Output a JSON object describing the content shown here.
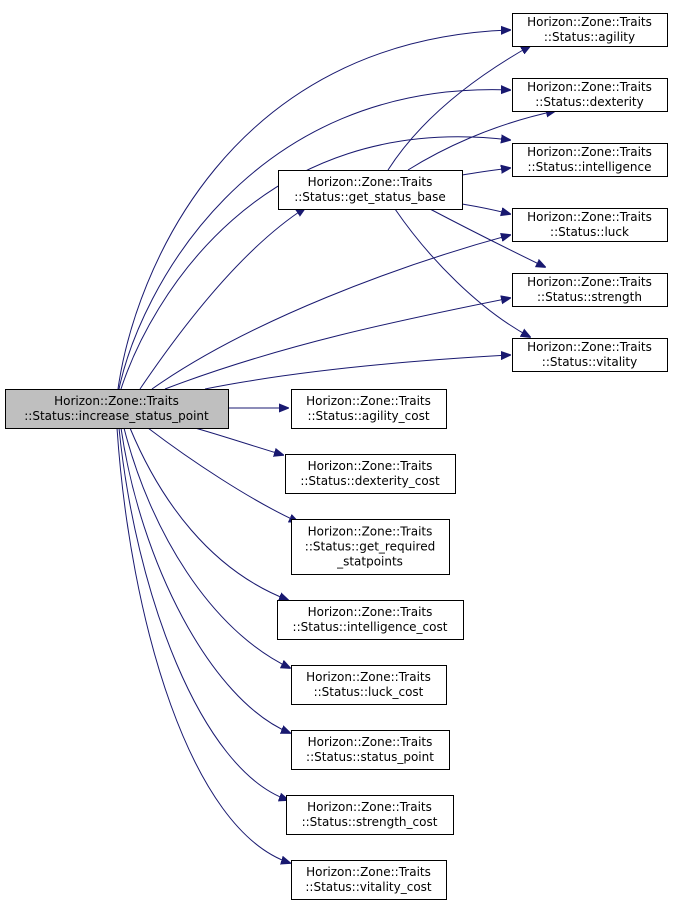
{
  "diagram": {
    "type": "call-graph",
    "colors": {
      "edge": "#191970",
      "root_fill": "#bfbfbf",
      "node_fill": "#ffffff",
      "border": "#000000"
    },
    "nodes": [
      {
        "id": "root",
        "lines": [
          "Horizon::Zone::Traits",
          "::Status::increase_status_point"
        ]
      },
      {
        "id": "get_base",
        "lines": [
          "Horizon::Zone::Traits",
          "::Status::get_status_base"
        ]
      },
      {
        "id": "agility",
        "lines": [
          "Horizon::Zone::Traits",
          "::Status::agility"
        ]
      },
      {
        "id": "dexterity",
        "lines": [
          "Horizon::Zone::Traits",
          "::Status::dexterity"
        ]
      },
      {
        "id": "intelligence",
        "lines": [
          "Horizon::Zone::Traits",
          "::Status::intelligence"
        ]
      },
      {
        "id": "luck",
        "lines": [
          "Horizon::Zone::Traits",
          "::Status::luck"
        ]
      },
      {
        "id": "strength",
        "lines": [
          "Horizon::Zone::Traits",
          "::Status::strength"
        ]
      },
      {
        "id": "vitality",
        "lines": [
          "Horizon::Zone::Traits",
          "::Status::vitality"
        ]
      },
      {
        "id": "agility_cost",
        "lines": [
          "Horizon::Zone::Traits",
          "::Status::agility_cost"
        ]
      },
      {
        "id": "dexterity_cost",
        "lines": [
          "Horizon::Zone::Traits",
          "::Status::dexterity_cost"
        ]
      },
      {
        "id": "req_statpoints",
        "lines": [
          "Horizon::Zone::Traits",
          "::Status::get_required",
          "_statpoints"
        ]
      },
      {
        "id": "intelligence_cost",
        "lines": [
          "Horizon::Zone::Traits",
          "::Status::intelligence_cost"
        ]
      },
      {
        "id": "luck_cost",
        "lines": [
          "Horizon::Zone::Traits",
          "::Status::luck_cost"
        ]
      },
      {
        "id": "status_point",
        "lines": [
          "Horizon::Zone::Traits",
          "::Status::status_point"
        ]
      },
      {
        "id": "strength_cost",
        "lines": [
          "Horizon::Zone::Traits",
          "::Status::strength_cost"
        ]
      },
      {
        "id": "vitality_cost",
        "lines": [
          "Horizon::Zone::Traits",
          "::Status::vitality_cost"
        ]
      }
    ],
    "edges": [
      {
        "from": "root",
        "to": "agility"
      },
      {
        "from": "root",
        "to": "dexterity"
      },
      {
        "from": "root",
        "to": "intelligence"
      },
      {
        "from": "root",
        "to": "get_base"
      },
      {
        "from": "root",
        "to": "luck"
      },
      {
        "from": "root",
        "to": "strength"
      },
      {
        "from": "root",
        "to": "vitality"
      },
      {
        "from": "root",
        "to": "agility_cost"
      },
      {
        "from": "root",
        "to": "dexterity_cost"
      },
      {
        "from": "root",
        "to": "req_statpoints"
      },
      {
        "from": "root",
        "to": "intelligence_cost"
      },
      {
        "from": "root",
        "to": "luck_cost"
      },
      {
        "from": "root",
        "to": "status_point"
      },
      {
        "from": "root",
        "to": "strength_cost"
      },
      {
        "from": "root",
        "to": "vitality_cost"
      },
      {
        "from": "get_base",
        "to": "agility"
      },
      {
        "from": "get_base",
        "to": "dexterity"
      },
      {
        "from": "get_base",
        "to": "intelligence"
      },
      {
        "from": "get_base",
        "to": "luck"
      },
      {
        "from": "get_base",
        "to": "strength"
      },
      {
        "from": "get_base",
        "to": "vitality"
      }
    ]
  }
}
